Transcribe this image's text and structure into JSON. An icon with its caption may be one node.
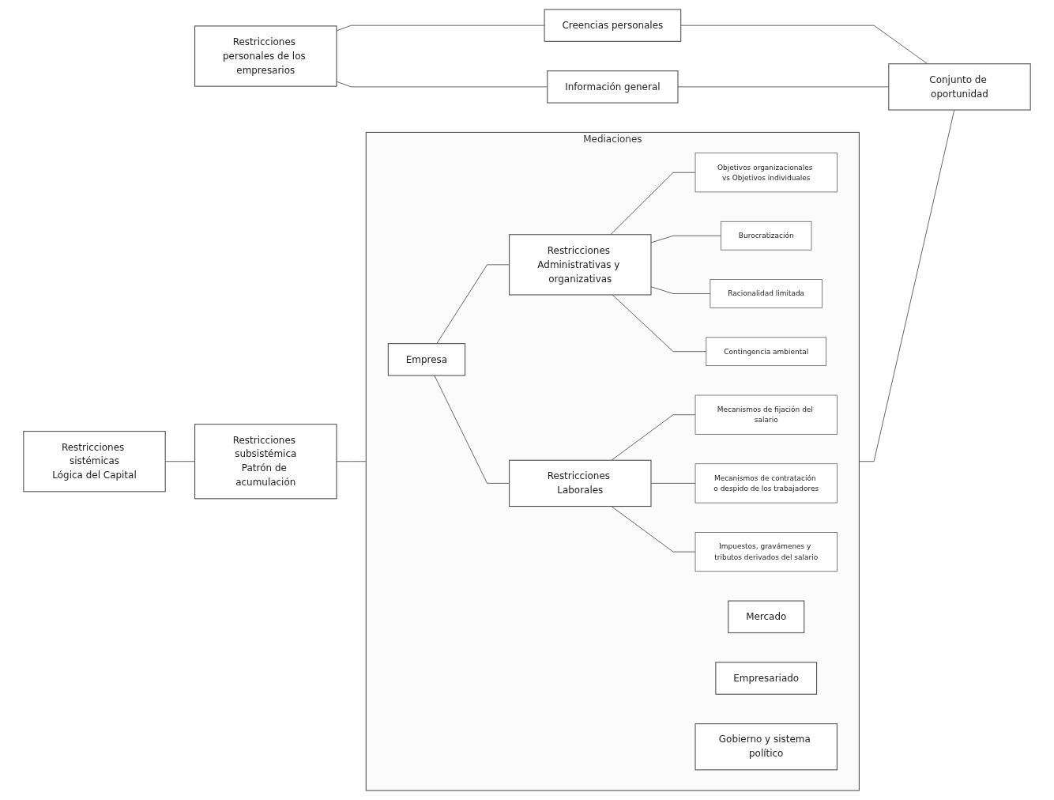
{
  "diagram": {
    "nodes": [
      {
        "text": [
          "Restricciones personales de los empresarios"
        ]
      },
      {
        "text": [
          "Creencias personales"
        ]
      },
      {
        "text": [
          "Información general"
        ]
      },
      {
        "text": [
          "Mediaciones"
        ]
      },
      {
        "text": [
          "Empresa"
        ],
        "in": 3
      },
      {
        "text": [
          "Restricciones Administrativas y organizativas"
        ],
        "in": 3
      },
      {
        "text": [
          "Objetivos organizacionales vs Objetivos individuales"
        ],
        "in": 3
      },
      {
        "text": [
          "Burocratización"
        ],
        "in": 3
      },
      {
        "text": [
          "Racionalidad limitada"
        ],
        "in": 3
      },
      {
        "text": [
          "Contingencia ambiental"
        ],
        "in": 3
      },
      {
        "text": [
          "Mercado"
        ],
        "in": 3
      },
      {
        "text": [
          "Restricciones Laborales"
        ],
        "in": 3
      },
      {
        "text": [
          "Mecanismos de fijación del salario"
        ],
        "in": 3
      },
      {
        "text": [
          "Mecanismos de contratación o despido de los trabajadores"
        ],
        "in": 3
      },
      {
        "text": [
          "Impuestos, gravámenes y tributos derivados del salario"
        ],
        "in": 3
      },
      {
        "text": [
          "Empresariado"
        ],
        "in": 3
      },
      {
        "text": [
          "Gobierno y sistema político"
        ],
        "in": 3
      },
      {
        "text": [
          "Restricciones sistémicas",
          "Lógica del Capital"
        ]
      },
      {
        "text": [
          "Restricciones subsistémica",
          "Patrón de acumulación"
        ]
      },
      {
        "text": [
          "Conjunto de oportunidad"
        ]
      }
    ],
    "edges": [
      {
        "from": 0,
        "to": 1,
        "arrow": "none"
      },
      {
        "from": 0,
        "to": 2,
        "arrow": "none"
      },
      {
        "from": 1,
        "to": 19,
        "arrow": "none"
      },
      {
        "from": 2,
        "to": 19,
        "arrow": "none"
      },
      {
        "from": 17,
        "to": 18,
        "arrow": "none"
      },
      {
        "from": 18,
        "to": 3,
        "arrow": "none"
      },
      {
        "from": 4,
        "to": 5,
        "arrow": "none"
      },
      {
        "from": 4,
        "to": 11,
        "arrow": "none"
      },
      {
        "from": 5,
        "to": 6,
        "arrow": "none"
      },
      {
        "from": 5,
        "to": 7,
        "arrow": "none"
      },
      {
        "from": 5,
        "to": 8,
        "arrow": "none"
      },
      {
        "from": 5,
        "to": 9,
        "arrow": "none"
      },
      {
        "from": 11,
        "to": 12,
        "arrow": "none"
      },
      {
        "from": 11,
        "to": 13,
        "arrow": "none"
      },
      {
        "from": 11,
        "to": 14,
        "arrow": "none"
      },
      {
        "from": 3,
        "to": 19,
        "arrow": "none"
      }
    ]
  }
}
